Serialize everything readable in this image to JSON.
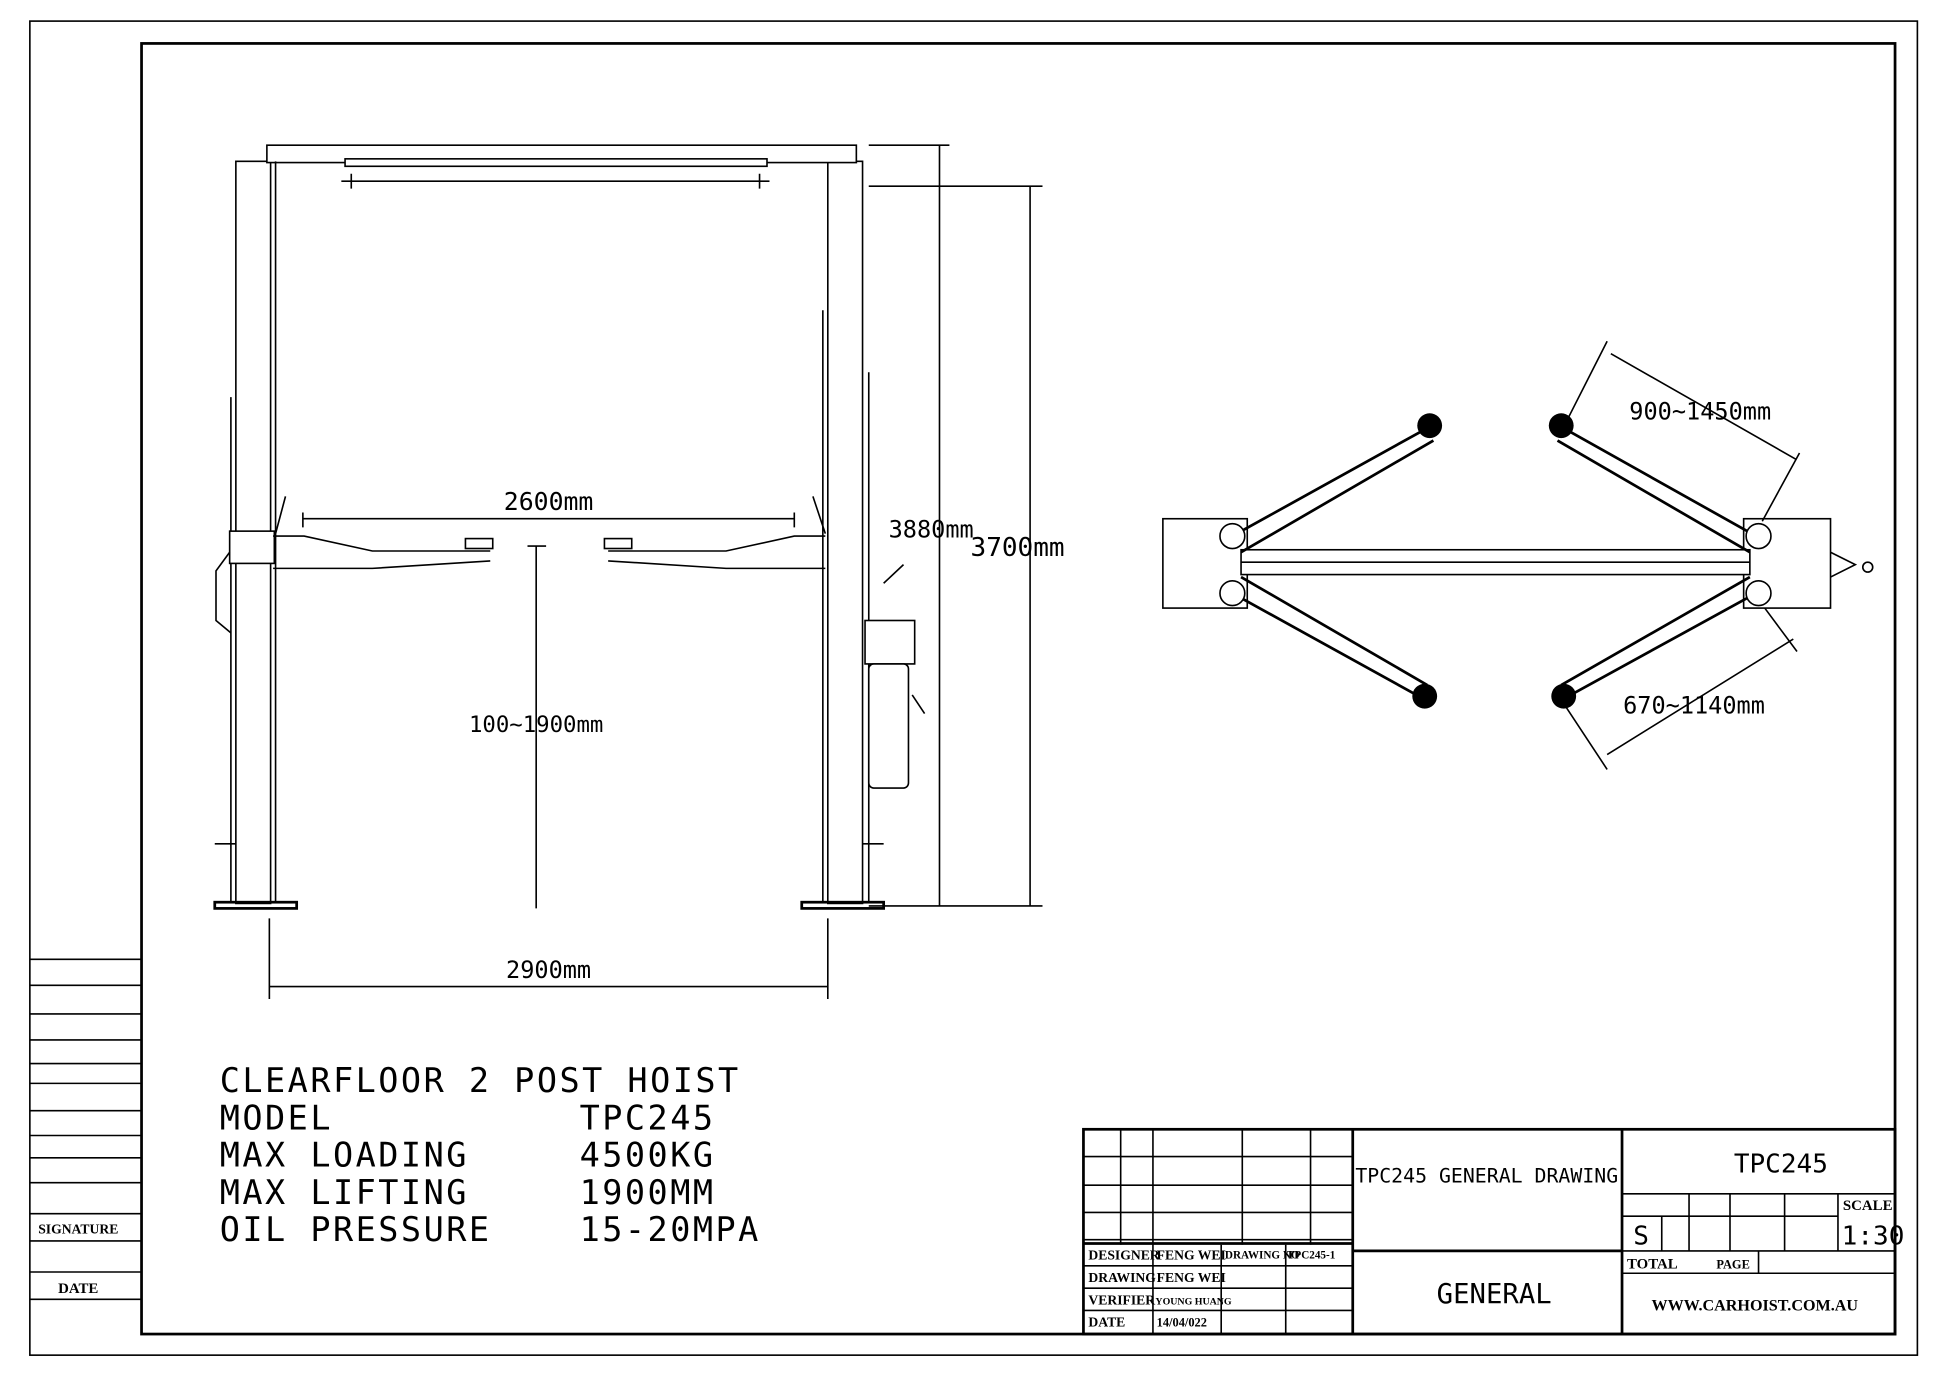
{
  "front_view": {
    "dims": {
      "inner_width": "2600mm",
      "outer_width": "2900mm",
      "lift_range": "100~1900mm",
      "overall_height": "3880mm",
      "height": "3700mm"
    }
  },
  "top_view": {
    "dims": {
      "long_arm": "900~1450mm",
      "short_arm": "670~1140mm"
    }
  },
  "specs": {
    "title": "CLEARFLOOR 2 POST HOIST",
    "rows": [
      {
        "label": "MODEL",
        "value": "TPC245"
      },
      {
        "label": "MAX LOADING",
        "value": "4500KG"
      },
      {
        "label": "MAX LIFTING",
        "value": "1900MM"
      },
      {
        "label": "OIL PRESSURE",
        "value": "15-20MPA"
      }
    ]
  },
  "side_strip": {
    "signature": "SIGNATURE",
    "date": "DATE"
  },
  "title_block": {
    "designer_label": "DESIGNER",
    "designer": "FENG WEI",
    "drawing_no_label": "DRAWING NO",
    "drawing_no": "TPC245-1",
    "drawing_label": "DRAWING",
    "drawing": "FENG WEI",
    "verifier_label": "VERIFIER",
    "verifier": "YOUNG HUANG",
    "date_label": "DATE",
    "date": "14/04/022",
    "title": "TPC245 GENERAL DRAWING",
    "subtitle": "GENERAL",
    "model": "TPC245",
    "scale_label": "SCALE",
    "scale": "1:30",
    "stage": "S",
    "total_label": "TOTAL",
    "page_label": "PAGE",
    "website": "WWW.CARHOIST.COM.AU"
  }
}
